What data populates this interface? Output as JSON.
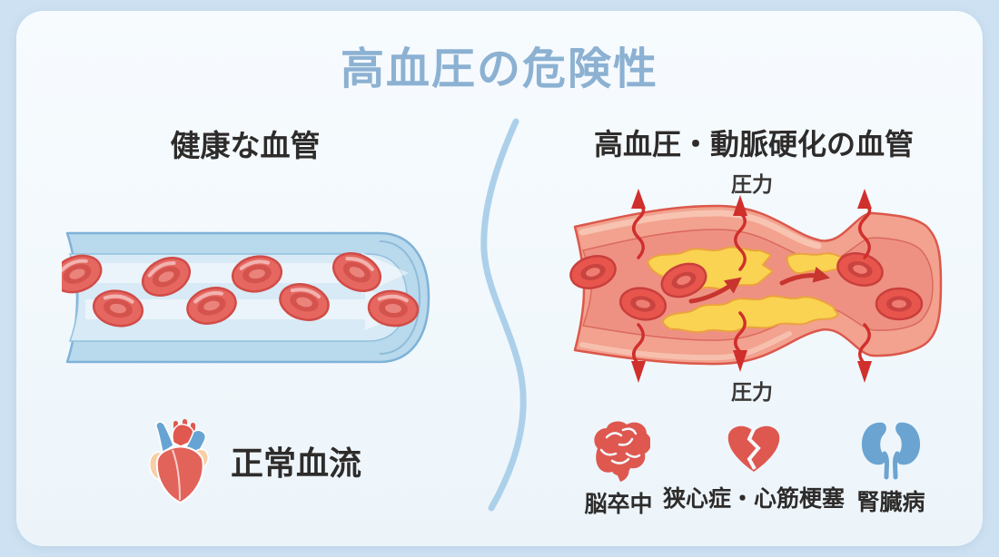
{
  "title": "高血圧の危険性",
  "healthy_panel": {
    "heading": "健康な血管",
    "caption": "正常血流",
    "caption_icon": "anatomical-heart-icon"
  },
  "diseased_panel": {
    "heading": "高血圧・動脈硬化の血管",
    "pressure_top": "圧力",
    "pressure_bottom": "圧力"
  },
  "complications": [
    {
      "label": "脳卒中",
      "icon": "brain-icon",
      "icon_color": "#de584f"
    },
    {
      "label": "狭心症・心筋梗塞",
      "icon": "broken-heart-icon",
      "icon_color": "#de584f"
    },
    {
      "label": "腎臓病",
      "icon": "kidneys-icon",
      "icon_color": "#6ba4d1"
    }
  ],
  "colors": {
    "page_background": "#cde1f2",
    "card_background": "#f5fafd",
    "title_text": "#8cb1d2",
    "heading_text": "#2e2c2b",
    "healthy_vessel_wall": "#b9d9ec",
    "healthy_vessel_lumen": "#d7eaf6",
    "diseased_vessel_wall": "#f2a28f",
    "diseased_vessel_lumen": "#ee9183",
    "plaque": "#f9d351",
    "blood_cell": "#e56760",
    "flow_arrow_white": "#ffffff",
    "pressure_arrow": "#d02f2c",
    "divider": "#a9cde9"
  }
}
